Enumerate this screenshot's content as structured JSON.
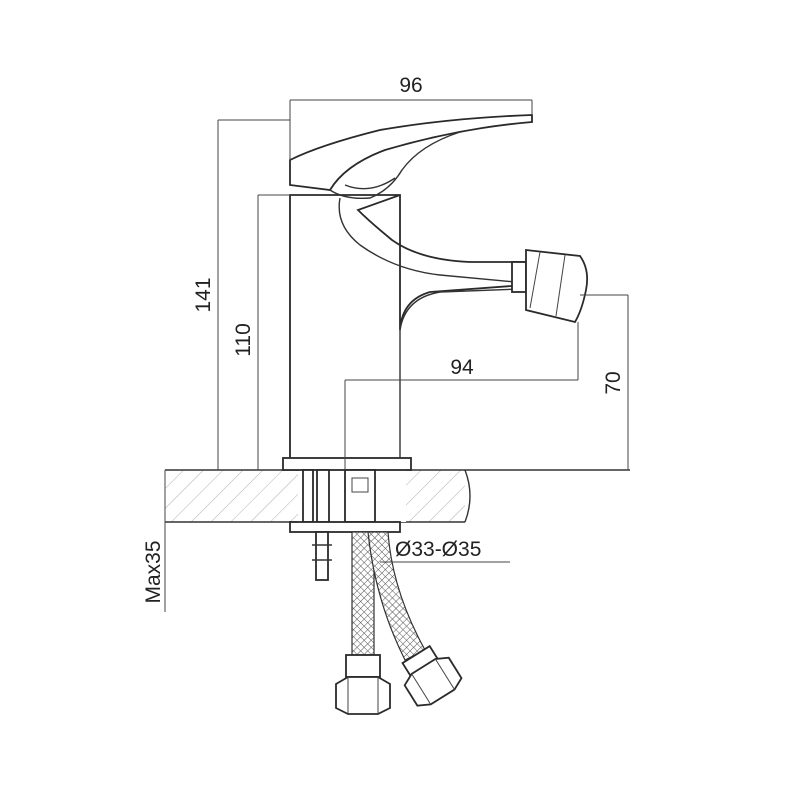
{
  "dimensions": {
    "width_top": "96",
    "total_height": "141",
    "body_height": "110",
    "spout_reach": "94",
    "spout_height": "70",
    "hole_diameter": "Ø33-Ø35",
    "max_thickness": "Max35"
  },
  "colors": {
    "line": "#333333",
    "hatch": "#9a9a9a",
    "background": "#ffffff"
  }
}
